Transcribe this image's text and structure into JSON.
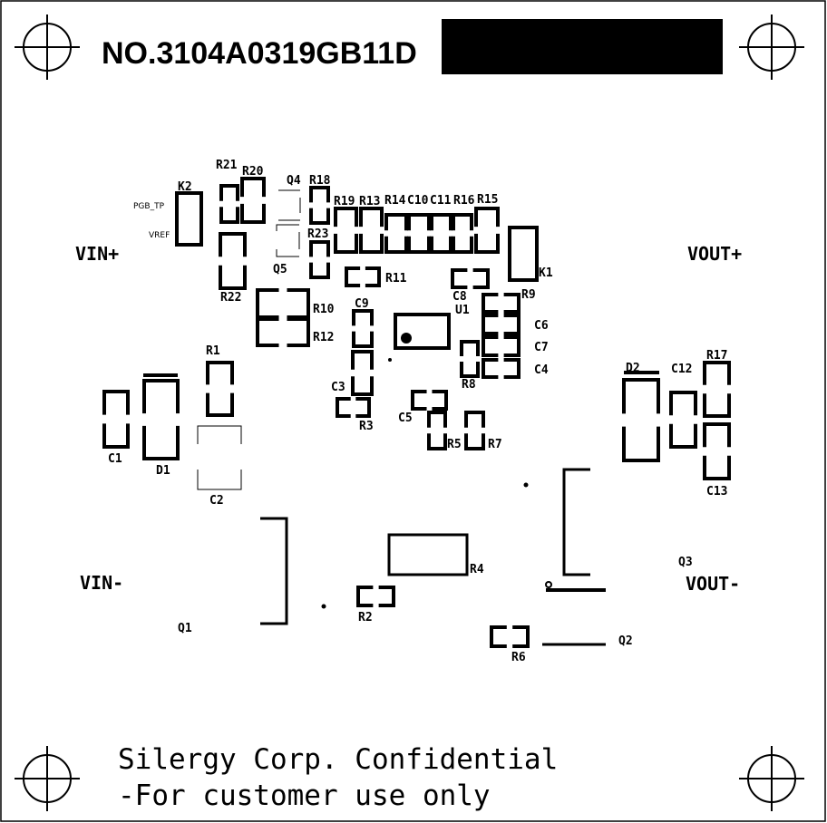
{
  "board": {
    "part_number": "NO.3104A0319GB11D",
    "confidential_line1": "Silergy Corp. Confidential",
    "confidential_line2": "-For customer use only",
    "terminals": {
      "vin_pos": "VIN+",
      "vout_pos": "VOUT+",
      "vin_neg": "VIN-",
      "vout_neg": "VOUT-"
    },
    "pins": {
      "pgb_tp": "PGB_TP",
      "vref": "VREF"
    },
    "designators": {
      "K2": "K2",
      "R21": "R21",
      "R20": "R20",
      "R22": "R22",
      "Q4": "Q4",
      "Q5": "Q5",
      "R18": "R18",
      "R23": "R23",
      "R19": "R19",
      "R13": "R13",
      "R14": "R14",
      "C10": "C10",
      "C11": "C11",
      "R16": "R16",
      "R15": "R15",
      "K1": "K1",
      "R11": "R11",
      "C8": "C8",
      "R10": "R10",
      "R12": "R12",
      "C9": "C9",
      "U1": "U1",
      "R9": "R9",
      "C6": "C6",
      "C7": "C7",
      "C4": "C4",
      "R8": "R8",
      "C3": "C3",
      "R3": "R3",
      "C5": "C5",
      "R5": "R5",
      "R7": "R7",
      "R1": "R1",
      "C1": "C1",
      "D1": "D1",
      "C2": "C2",
      "D2": "D2",
      "C12": "C12",
      "R17": "R17",
      "C13": "C13",
      "Q3": "Q3",
      "Q1": "Q1",
      "R4": "R4",
      "R2": "R2",
      "R6": "R6",
      "Q2": "Q2"
    }
  }
}
